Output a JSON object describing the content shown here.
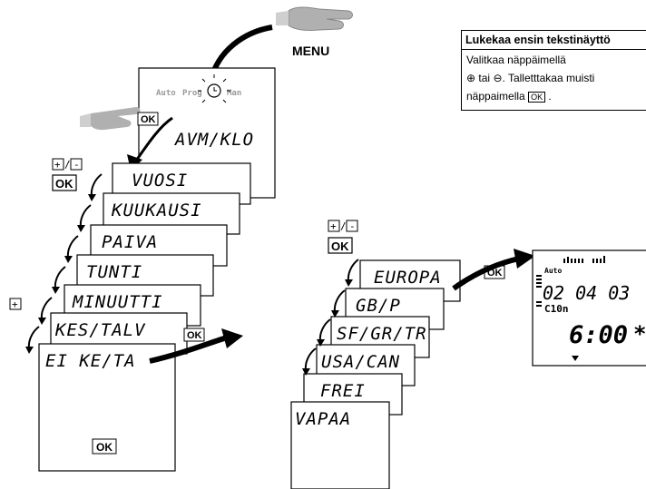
{
  "menu_label": "MENU",
  "icon_labels": [
    "Auto",
    "Prog",
    "Man"
  ],
  "main_screen": "AVM/KLO",
  "keys": {
    "plus_minus": "+/-",
    "plus": "+",
    "ok": "OK"
  },
  "left_stack": [
    "VUOSI",
    "KUUKAUSI",
    "PAIVA",
    "TUNTI",
    "MINUUTTI",
    "KES/TALV",
    "EI KE/TA"
  ],
  "right_stack": [
    "EUROPA",
    "GB/P",
    "SF/GR/TR",
    "USA/CAN",
    "FREI",
    "VAPAA"
  ],
  "display": {
    "mode": "Auto",
    "date": "02 04 03",
    "channel": "C10n",
    "time": "6:00",
    "star": "*"
  },
  "note": {
    "title": "Lukekaa ensin tekstinäyttö",
    "line1": "Valitkaa näppäimellä",
    "line2_or": "tai",
    "line2_rest": ". Talletttakaa muisti",
    "line3": "näppaimella",
    "line3_end": "."
  },
  "colors": {
    "ink": "#000000",
    "hand": "#b0b0b0",
    "paper": "#ffffff"
  }
}
